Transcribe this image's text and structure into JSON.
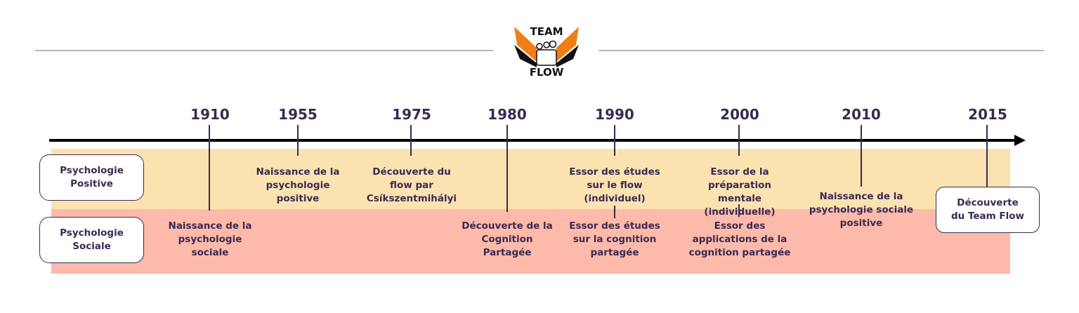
{
  "logo": {
    "top": "TEAM",
    "bottom": "FLOW"
  },
  "colors": {
    "positive_band": "#fbe3b1",
    "social_band": "#fdb9aa",
    "text": "#3a2a52",
    "logo_orange": "#f07e16"
  },
  "categories": {
    "positive": "Psychologie Positive",
    "social": "Psychologie Sociale"
  },
  "events": [
    {
      "year": "1910",
      "text": "Naissance de la psychologie sociale"
    },
    {
      "year": "1955",
      "text": "Naissance de la psychologie positive"
    },
    {
      "year": "1975",
      "text": "Découverte du flow par Csíkszentmihályi"
    },
    {
      "year": "1980",
      "text": "Découverte de la Cognition Partagée"
    },
    {
      "year": "1990",
      "text": "Essor des études sur le flow (individuel)",
      "text2": "Essor des études sur la cognition partagée"
    },
    {
      "year": "2000",
      "text": "Essor de la préparation mentale (individuelle)",
      "text2": "Essor des applications de la cognition partagée"
    },
    {
      "year": "2010",
      "text": "Naissance de la psychologie sociale positive"
    },
    {
      "year": "2015",
      "text": "Découverte du Team Flow"
    }
  ]
}
